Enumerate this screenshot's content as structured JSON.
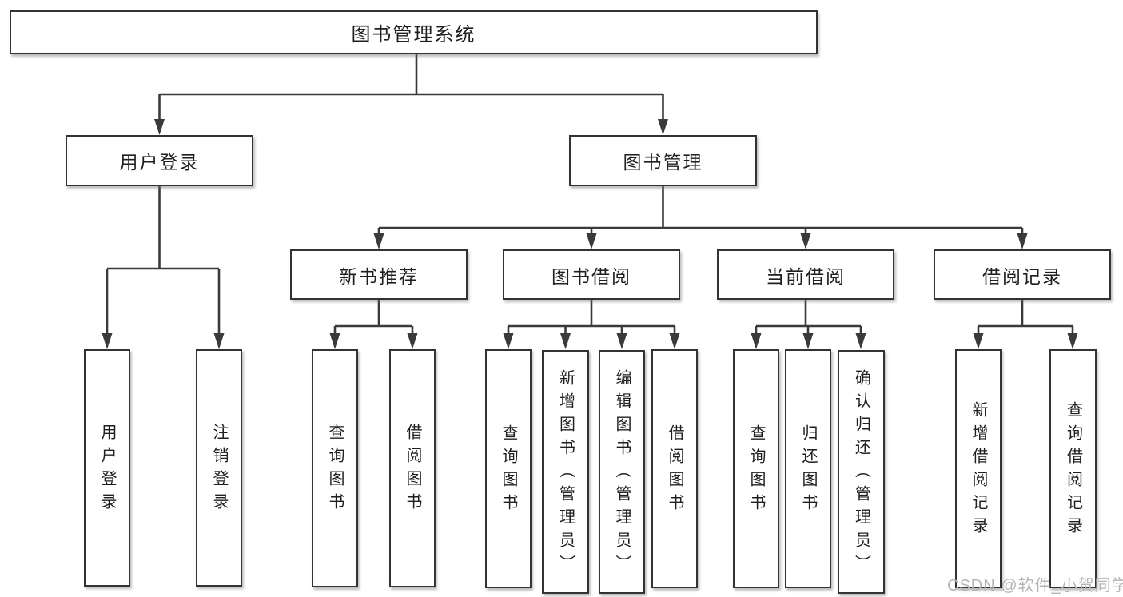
{
  "tree": {
    "label": "图书管理系统",
    "children": [
      {
        "label": "用户登录",
        "children": [
          {
            "label": "用户登录"
          },
          {
            "label": "注销登录"
          }
        ]
      },
      {
        "label": "图书管理",
        "children": [
          {
            "label": "新书推荐",
            "children": [
              {
                "label": "查询图书"
              },
              {
                "label": "借阅图书"
              }
            ]
          },
          {
            "label": "图书借阅",
            "children": [
              {
                "label": "查询图书"
              },
              {
                "label": "新增图书（管理员）"
              },
              {
                "label": "编辑图书（管理员）"
              },
              {
                "label": "借阅图书"
              }
            ]
          },
          {
            "label": "当前借阅",
            "children": [
              {
                "label": "查询图书"
              },
              {
                "label": "归还图书"
              },
              {
                "label": "确认归还（管理员）"
              }
            ]
          },
          {
            "label": "借阅记录",
            "children": [
              {
                "label": "新增借阅记录"
              },
              {
                "label": "查询借阅记录"
              }
            ]
          }
        ]
      }
    ]
  },
  "watermark": {
    "text": "CSDN @软件_小贺同学"
  },
  "colors": {
    "line": "#3a3a3a",
    "box_border": "#333333",
    "box_fill": "#ffffff",
    "text": "#1f1f1f",
    "watermark": "#b5b5b5"
  }
}
